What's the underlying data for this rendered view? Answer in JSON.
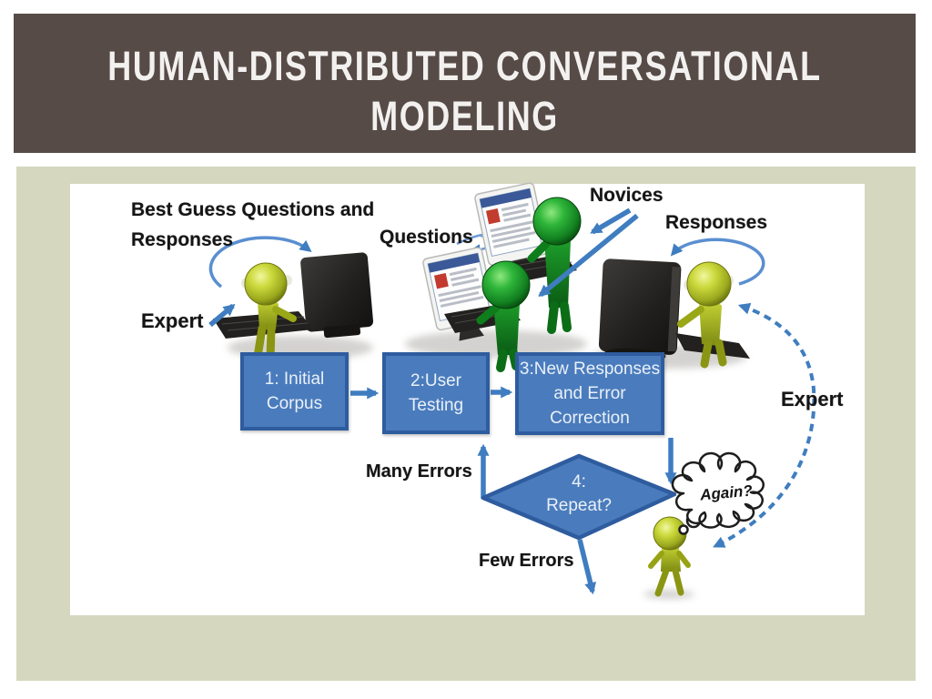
{
  "slide": {
    "title_line1": "HUMAN-DISTRIBUTED CONVERSATIONAL",
    "title_line2": "MODELING"
  },
  "diagram": {
    "labels": {
      "best_guess": "Best Guess Questions and\nResponses",
      "expert_left": "Expert",
      "questions": "Questions",
      "novices": "Novices",
      "responses": "Responses",
      "expert_right": "Expert",
      "many_errors": "Many Errors",
      "few_errors": "Few Errors",
      "again": "Again?"
    },
    "nodes": [
      {
        "id": "initial-corpus",
        "label": "1: Initial\nCorpus"
      },
      {
        "id": "user-testing",
        "label": "2:User\nTesting"
      },
      {
        "id": "new-responses",
        "label": "3:New Responses\nand  Error\nCorrection"
      },
      {
        "id": "repeat-decision",
        "label": "4:\nRepeat?"
      }
    ],
    "colors": {
      "header_bg": "#564b47",
      "slide_panel_bg": "#d5d8bf",
      "content_bg": "#ffffff",
      "title_text": "#f3f1ef",
      "node_fill": "#4a7cbd",
      "node_border": "#2e5c9e",
      "node_text": "#eaf0f8",
      "arrow_blue": "#3f7dc0",
      "label_text": "#151515",
      "novice_green": "#1d9b2a",
      "expert_yellow_green": "#b8c61f"
    }
  }
}
